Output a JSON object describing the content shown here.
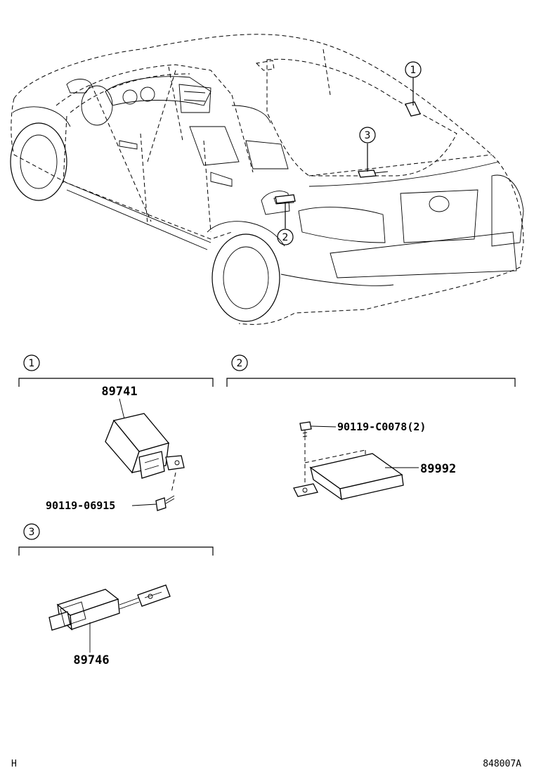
{
  "callouts": {
    "c1": "1",
    "c2": "2",
    "c3": "3"
  },
  "sections": {
    "s1": "1",
    "s2": "2",
    "s3": "3"
  },
  "parts": {
    "p89741": "89741",
    "p9011906915": "90119-06915",
    "p90119C0078": "90119-C0078(2)",
    "p89992": "89992",
    "p89746": "89746"
  },
  "footer": {
    "left": "H",
    "right": "848007A"
  }
}
